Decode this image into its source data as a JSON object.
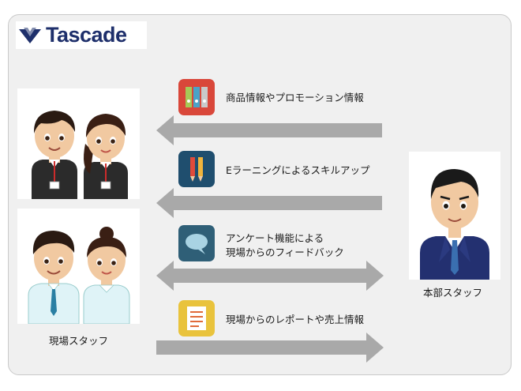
{
  "brand": {
    "name": "Tascade",
    "logo_icon": "double-chevron-logo"
  },
  "left_group": {
    "caption": "現場スタッフ"
  },
  "right_group": {
    "caption": "本部スタッフ"
  },
  "flows": [
    {
      "text": "商品情報やプロモーション情報",
      "icon": "binders-icon",
      "direction": "to-left"
    },
    {
      "text": "Eラーニングによるスキルアップ",
      "icon": "pens-icon",
      "direction": "to-left"
    },
    {
      "lines": [
        "アンケート機能による",
        "現場からのフィードバック"
      ],
      "icon": "speech-bubble-icon",
      "direction": "both"
    },
    {
      "text": "現場からのレポートや売上情報",
      "icon": "report-icon",
      "direction": "to-right"
    }
  ],
  "colors": {
    "arrow": "#a9a9a9",
    "binders_icon": "#d9473a",
    "pens_icon": "#1f4e6e",
    "bubble_icon": "#2f5f77",
    "report_icon": "#e9c33c",
    "brand": "#1e2f6b"
  }
}
